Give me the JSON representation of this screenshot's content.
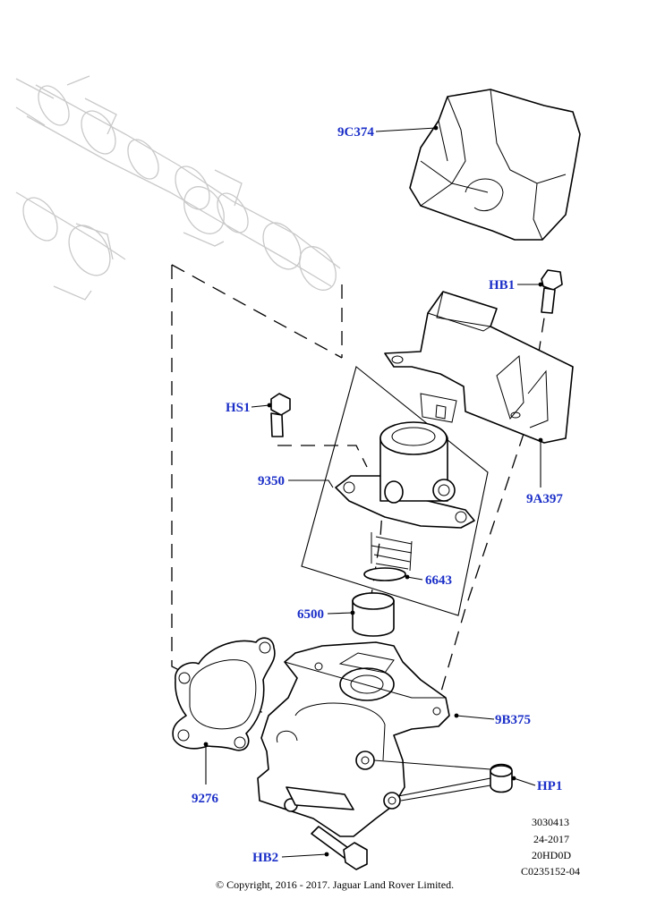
{
  "callouts": {
    "c_9c374": "9C374",
    "c_hb1": "HB1",
    "c_hs1": "HS1",
    "c_9350": "9350",
    "c_9a397": "9A397",
    "c_6643": "6643",
    "c_6500": "6500",
    "c_9b375": "9B375",
    "c_9276": "9276",
    "c_hp1": "HP1",
    "c_hb2": "HB2"
  },
  "reference": {
    "line1": "3030413",
    "line2": "24-2017",
    "line3": "20HD0D",
    "line4": "C0235152-04"
  },
  "copyright": "© Copyright, 2016 - 2017. Jaguar Land Rover Limited.",
  "colors": {
    "callout": "#1b2fc8",
    "ink": "#000000",
    "ghost": "#c9c9c9"
  }
}
